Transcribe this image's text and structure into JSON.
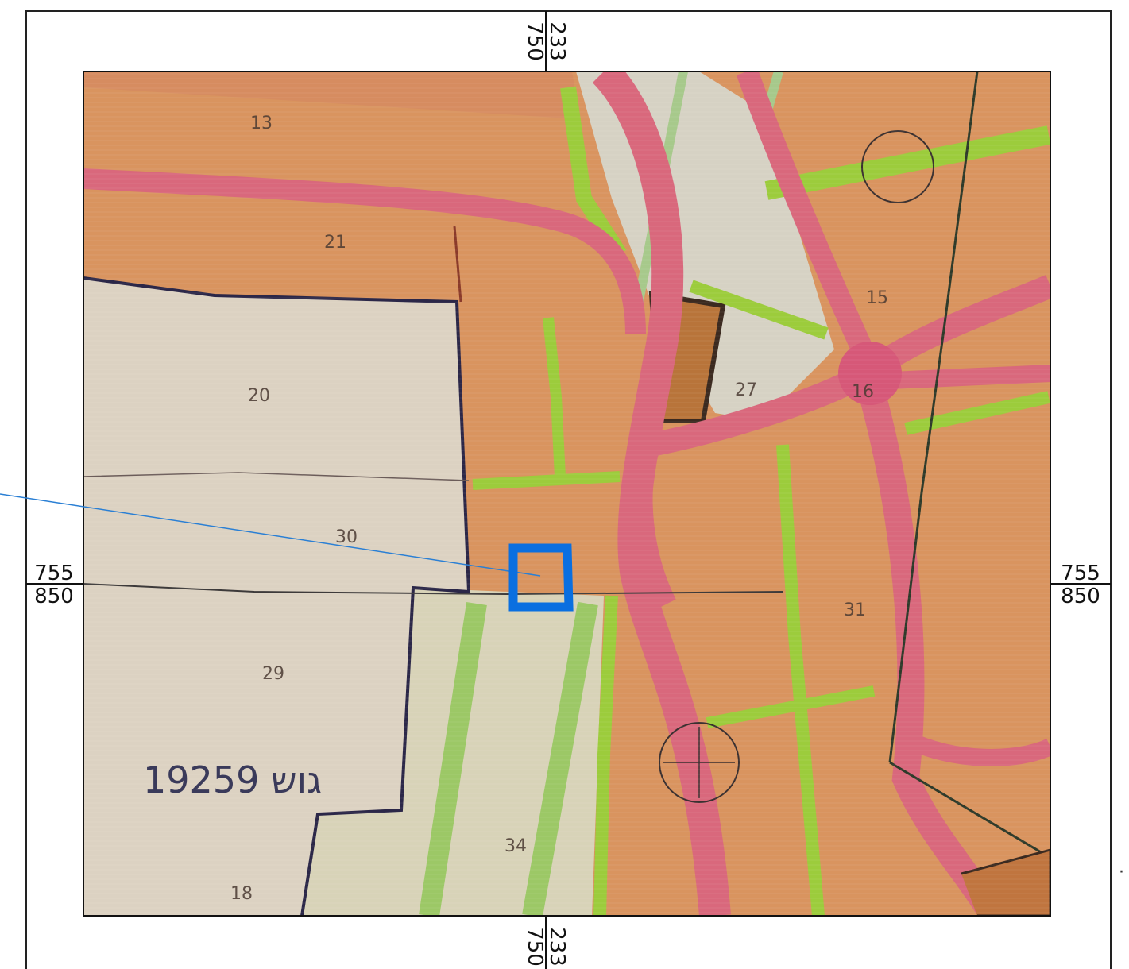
{
  "grid": {
    "top_label": {
      "upper": "233",
      "lower": "750"
    },
    "bottom_label": {
      "upper": "233",
      "lower": "750"
    },
    "left_label": {
      "upper": "755",
      "lower": "850"
    },
    "right_label": {
      "upper": "755",
      "lower": "850"
    }
  },
  "parcels": [
    "13",
    "21",
    "20",
    "30",
    "29",
    "34",
    "18",
    "15",
    "16",
    "31",
    "27"
  ],
  "block_label": "19259 גוש",
  "colors": {
    "residential": "#d9945f",
    "agricultural": "#dcd2c2",
    "road": "#d9687c",
    "open_space": "#9ccc3c",
    "highlight": "#0a6fe0",
    "boundary": "#2b2748"
  }
}
